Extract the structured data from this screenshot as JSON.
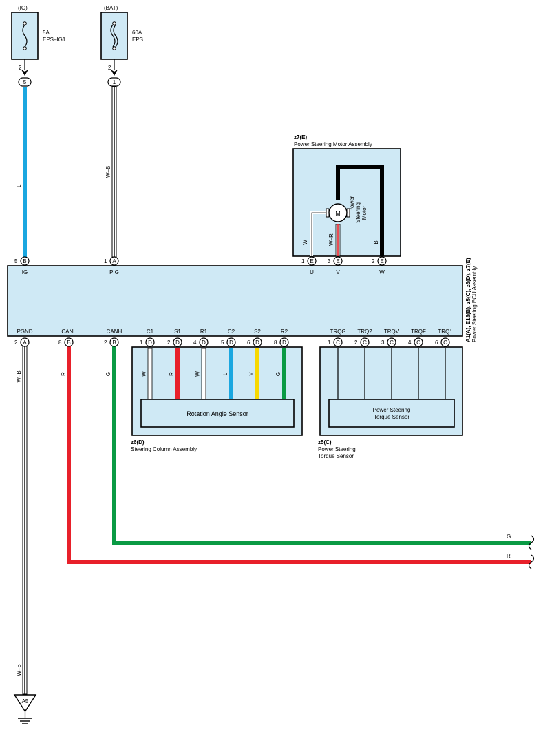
{
  "fuses": [
    {
      "top": "(IG)",
      "rating": "5A",
      "name": "EPS–IG1",
      "pin": "2",
      "conn": "5"
    },
    {
      "top": "(BAT)",
      "rating": "60A",
      "name": "EPS",
      "pin": "2",
      "conn": "1"
    }
  ],
  "motor": {
    "code": "z7(E)",
    "title": "Power Steering Motor Assembly",
    "symbol": "M",
    "label": [
      "Power",
      "Steering",
      "Motor"
    ],
    "wires": [
      "W",
      "W–R",
      "B"
    ]
  },
  "ecu": {
    "side_label": [
      "A1(A), E18(B), z5(C), z6(D), z7(E)",
      "Power Steering ECU Assembly"
    ],
    "top_pins": [
      {
        "num": "5",
        "conn": "B",
        "name": "IG"
      },
      {
        "num": "1",
        "conn": "A",
        "name": "PIG"
      },
      {
        "num": "1",
        "conn": "E",
        "name": "U"
      },
      {
        "num": "3",
        "conn": "E",
        "name": "V"
      },
      {
        "num": "2",
        "conn": "E",
        "name": "W"
      }
    ],
    "bottom_pins": [
      {
        "num": "2",
        "conn": "A",
        "name": "PGND"
      },
      {
        "num": "8",
        "conn": "B",
        "name": "CANL"
      },
      {
        "num": "2",
        "conn": "B",
        "name": "CANH"
      },
      {
        "num": "1",
        "conn": "D",
        "name": "C1"
      },
      {
        "num": "2",
        "conn": "D",
        "name": "S1"
      },
      {
        "num": "4",
        "conn": "D",
        "name": "R1"
      },
      {
        "num": "5",
        "conn": "D",
        "name": "C2"
      },
      {
        "num": "6",
        "conn": "D",
        "name": "S2"
      },
      {
        "num": "8",
        "conn": "D",
        "name": "R2"
      },
      {
        "num": "1",
        "conn": "C",
        "name": "TRQG"
      },
      {
        "num": "2",
        "conn": "C",
        "name": "TRQ2"
      },
      {
        "num": "3",
        "conn": "C",
        "name": "TRQV"
      },
      {
        "num": "4",
        "conn": "C",
        "name": "TRQF"
      },
      {
        "num": "6",
        "conn": "C",
        "name": "TRQ1"
      }
    ]
  },
  "wires": {
    "ig": "L",
    "pig": "W–B",
    "pgnd": "W–B",
    "pgnd_lower": "W–B",
    "canl": "R",
    "canh": "G",
    "can_right_g": "G",
    "can_right_r": "R",
    "rotation": [
      "W",
      "R",
      "W",
      "L",
      "Y",
      "G"
    ]
  },
  "rotation_sensor": {
    "label": "Rotation Angle Sensor",
    "code": "z6(D)",
    "title": "Steering Column Assembly"
  },
  "torque_sensor": {
    "label": [
      "Power Steering",
      "Torque Sensor"
    ],
    "code": "z5(C)",
    "title": [
      "Power Steering",
      "Torque Sensor"
    ]
  },
  "ground": "A5",
  "colors": {
    "L": "#1aa7e0",
    "R": "#e8202a",
    "G": "#0a9a44",
    "Y": "#f7d800",
    "B": "#000000",
    "box_fill": "#cfe9f5"
  }
}
